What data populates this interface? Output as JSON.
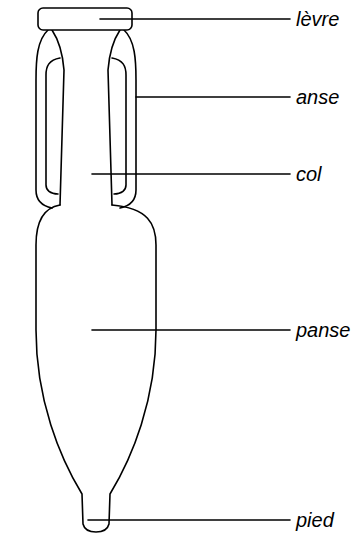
{
  "diagram": {
    "labels": [
      "lèvre",
      "anse",
      "col",
      "panse",
      "pied"
    ]
  }
}
